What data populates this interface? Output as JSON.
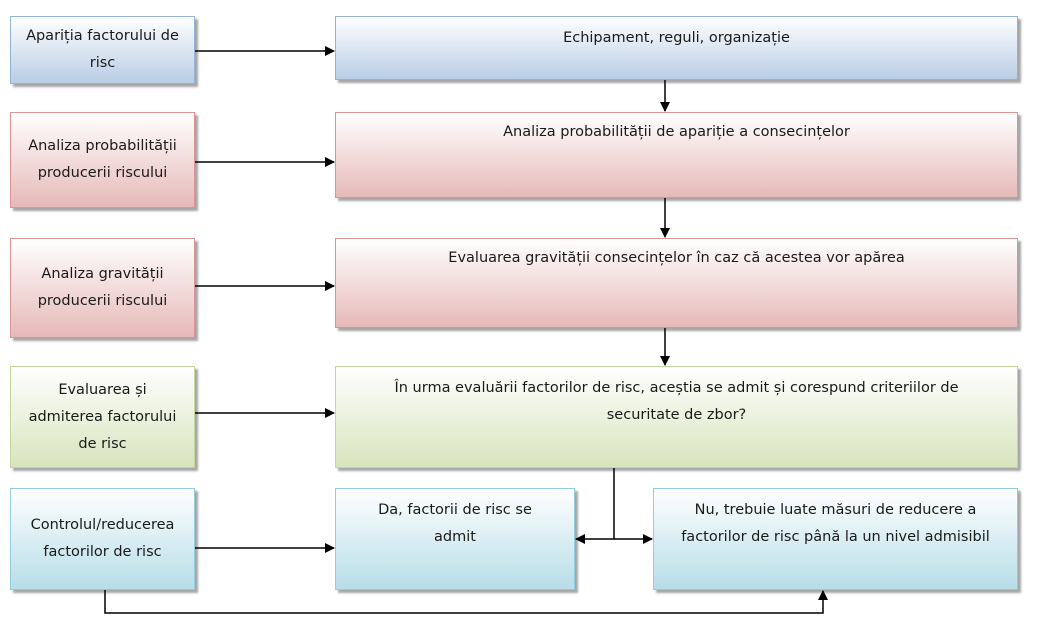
{
  "left_boxes": [
    {
      "label": "Apariția factorului de risc"
    },
    {
      "label": "Analiza probabilității producerii riscului"
    },
    {
      "label": "Analiza gravității producerii riscului"
    },
    {
      "label": "Evaluarea și admiterea factorului de risc"
    },
    {
      "label": "Controlul/reducerea factorilor de risc"
    }
  ],
  "right_boxes": [
    {
      "label": "Echipament, reguli, organizație"
    },
    {
      "label": "Analiza probabilității de apariție a consecințelor"
    },
    {
      "label": "Evaluarea gravității consecințelor în caz că acestea vor apărea"
    },
    {
      "label": "În urma evaluării factorilor de risc, aceștia se admit și corespund criteriilor de securitate de zbor?"
    }
  ],
  "outcomes": {
    "yes": "Da, factorii de risc se admit",
    "no": "Nu, trebuie luate măsuri de reducere a factorilor de risc până la un nivel admisibil"
  },
  "colors": {
    "blue": "#b9cde5",
    "red": "#e6b9b8",
    "green": "#d7e4bd",
    "cyan": "#b7dde8"
  }
}
